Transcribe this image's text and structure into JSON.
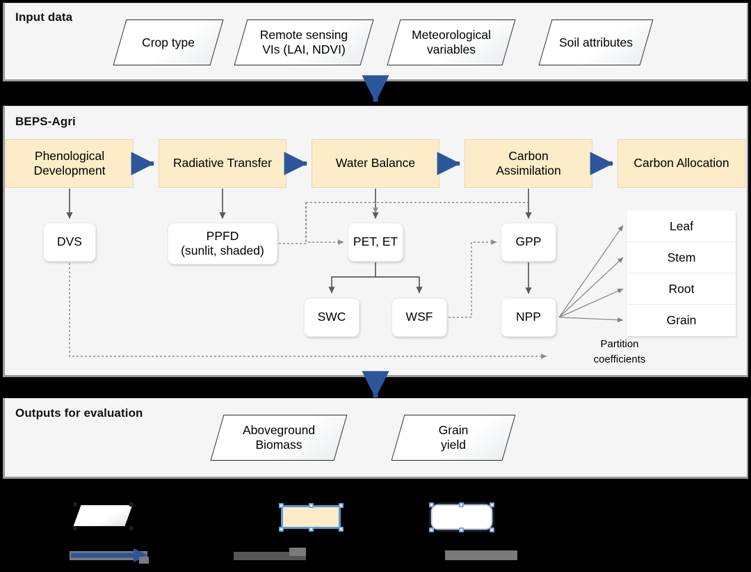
{
  "sections": {
    "input": {
      "title": "Input data"
    },
    "model": {
      "title": "BEPS-Agri"
    },
    "output": {
      "title": "Outputs for evaluation"
    }
  },
  "input_items": [
    {
      "label": "Crop type"
    },
    {
      "label": "Remote sensing\nVIs (LAI, NDVI)",
      "line1": "Remote sensing",
      "line2": "VIs (LAI, NDVI)"
    },
    {
      "label": "Meteorological\nvariables",
      "line1": "Meteorological",
      "line2": "variables"
    },
    {
      "label": "Soil attributes"
    }
  ],
  "process_boxes": [
    {
      "line1": "Phenological",
      "line2": "Development"
    },
    {
      "line1": "Radiative Transfer",
      "line2": ""
    },
    {
      "line1": "Water Balance",
      "line2": ""
    },
    {
      "line1": "Carbon",
      "line2": "Assimilation"
    },
    {
      "line1": "Carbon Allocation",
      "line2": ""
    }
  ],
  "variable_boxes": [
    {
      "name": "dvs",
      "line1": "DVS",
      "line2": ""
    },
    {
      "name": "ppfd",
      "line1": "PPFD",
      "line2": "(sunlit, shaded)"
    },
    {
      "name": "pet-et",
      "line1": "PET, ET",
      "line2": ""
    },
    {
      "name": "swc",
      "line1": "SWC",
      "line2": ""
    },
    {
      "name": "wsf",
      "line1": "WSF",
      "line2": ""
    },
    {
      "name": "gpp",
      "line1": "GPP",
      "line2": ""
    },
    {
      "name": "npp",
      "line1": "NPP",
      "line2": ""
    }
  ],
  "organs": [
    "Leaf",
    "Stem",
    "Root",
    "Grain"
  ],
  "annotations": {
    "partition": "Partition\ncoefficients",
    "partition_line1": "Partition",
    "partition_line2": "coefficients"
  },
  "output_items": [
    {
      "line1": "Aboveground",
      "line2": "Biomass"
    },
    {
      "line1": "Grain",
      "line2": "yield"
    }
  ],
  "legend": {
    "items": [
      {
        "symbol": "parallelogram-shape",
        "label": ""
      },
      {
        "symbol": "blue-arrow",
        "label": ""
      },
      {
        "symbol": "yellow-process-box",
        "label": ""
      },
      {
        "symbol": "white-rounded-box",
        "label": ""
      }
    ]
  },
  "colors": {
    "panel_background": "#f5f5f5",
    "page_background": "#000000",
    "process_fill": "#fcecc8",
    "arrow_blue": "#2b579a",
    "arrow_gray": "#595959",
    "dotted_gray": "#8c8c8c",
    "legend_accent": "#5b9bd5"
  }
}
